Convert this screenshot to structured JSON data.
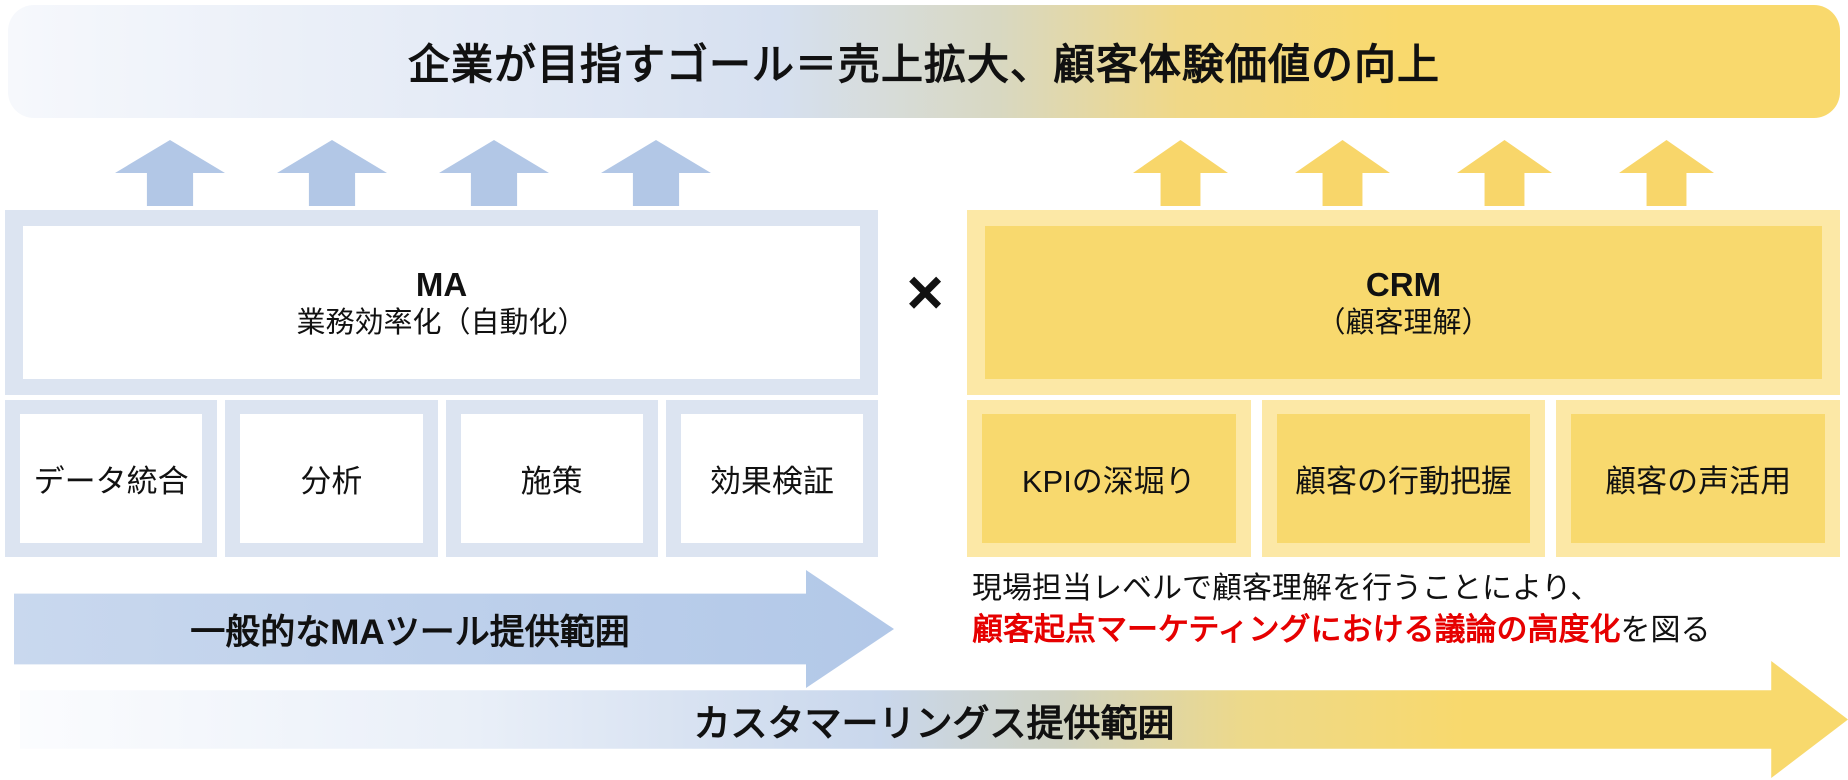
{
  "banner": {
    "title": "企業が目指すゴール＝売上拡大、顧客体験価値の向上"
  },
  "multiply_symbol": "×",
  "ma": {
    "title": "MA",
    "subtitle": "業務効率化（自動化）",
    "items": [
      "データ統合",
      "分析",
      "施策",
      "効果検証"
    ],
    "range_label": "一般的なMAツール提供範囲"
  },
  "crm": {
    "title": "CRM",
    "subtitle": "（顧客理解）",
    "items": [
      "KPIの深堀り",
      "顧客の行動把握",
      "顧客の声活用"
    ],
    "note_line1": "現場担当レベルで顧客理解を行うことにより、",
    "note_line2_red": "顧客起点マーケティングにおける議論の高度化",
    "note_line2_black": "を図る"
  },
  "bottom": {
    "range_label": "カスタマーリングス提供範囲"
  },
  "colors": {
    "blue_panel": "#dce4f1",
    "blue_arrow": "#b2c7e6",
    "yellow_panel_outer": "#fce8a6",
    "yellow_panel_inner": "#f8d96e",
    "yellow_arrow": "#f8d66a",
    "emphasis_red": "#e60000"
  }
}
